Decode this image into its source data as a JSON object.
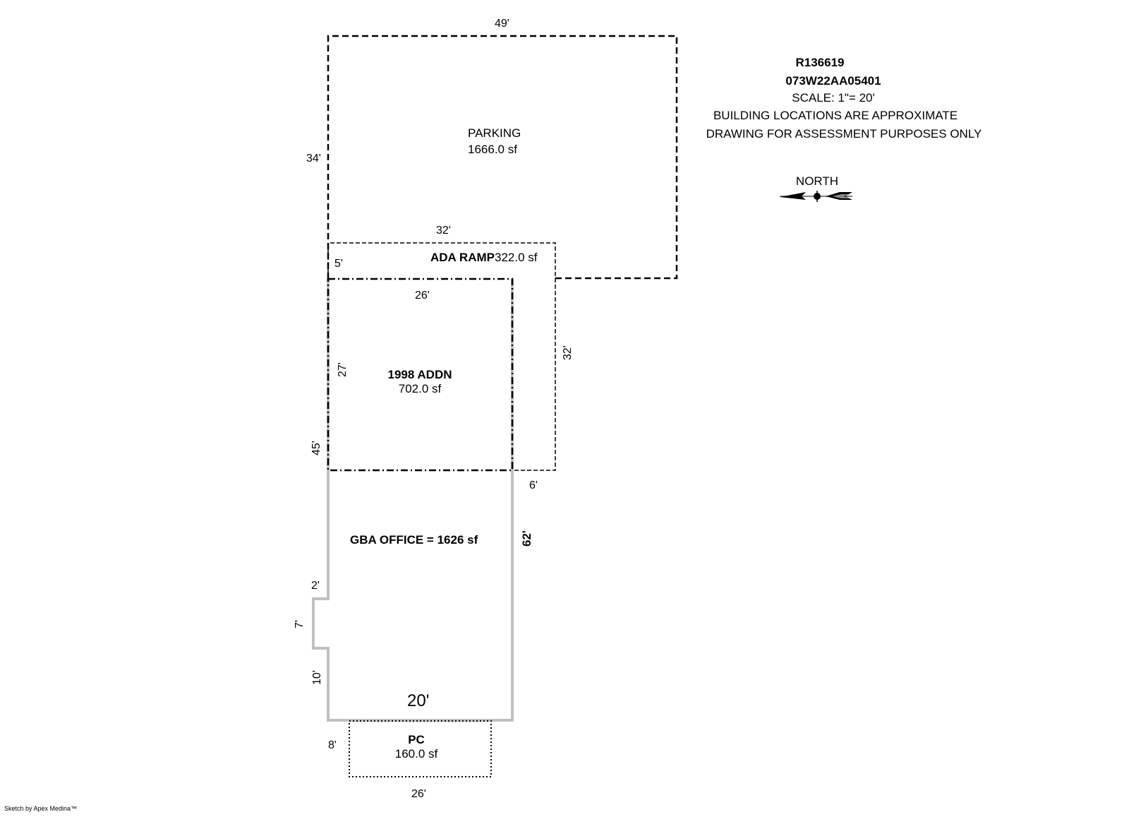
{
  "header": {
    "account_id": "R136619",
    "map_tax_lot": "073W22AA05401",
    "scale": "SCALE: 1\"= 20'",
    "note_1": "BUILDING LOCATIONS ARE APPROXIMATE",
    "note_2": "DRAWING FOR ASSESSMENT PURPOSES ONLY"
  },
  "north_arrow": {
    "label": "NORTH",
    "icon": "north-arrow-icon"
  },
  "areas": {
    "parking": {
      "name": "PARKING",
      "area": "1666.0 sf",
      "dims": {
        "top": "49'",
        "left": "34'"
      }
    },
    "ada_ramp": {
      "name": "ADA RAMP",
      "area": "322.0 sf",
      "dims": {
        "top": "32'",
        "left": "5'",
        "right": "32'",
        "bottom": "6'"
      }
    },
    "addition_1998": {
      "name": "1998 ADDN",
      "area": "702.0 sf",
      "dims": {
        "top": "26'",
        "left": "27'"
      }
    },
    "gba_office": {
      "name": "GBA OFFICE = 1626 sf",
      "dims": {
        "left": "45'",
        "right": "62'",
        "jog_top": "2'",
        "jog": "7'",
        "lower_left": "10'",
        "bottom": "20'"
      }
    },
    "pc": {
      "name": "PC",
      "area": "160.0 sf",
      "dims": {
        "left": "8'",
        "bottom": "26'"
      }
    }
  },
  "footer": {
    "credit": "Sketch by Apex Medina™"
  },
  "colors": {
    "line": "#000000",
    "office_outline": "#c0c0c0",
    "background": "#ffffff"
  }
}
